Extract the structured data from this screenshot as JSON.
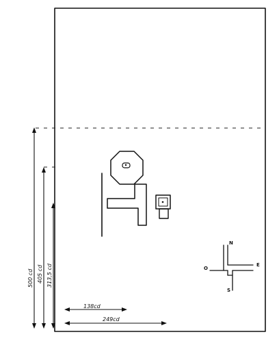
{
  "measurements": {
    "vertical": [
      {
        "text": "500 cd"
      },
      {
        "text": "405 cd"
      },
      {
        "text": "313,5 cd"
      }
    ],
    "horizontal": [
      {
        "text": "138cd"
      },
      {
        "text": "249cd"
      }
    ]
  },
  "compass": {
    "north": "N",
    "south": "S",
    "east": "E",
    "west": "O"
  },
  "colors": {
    "ink": "#111111",
    "paper": "#ffffff"
  }
}
